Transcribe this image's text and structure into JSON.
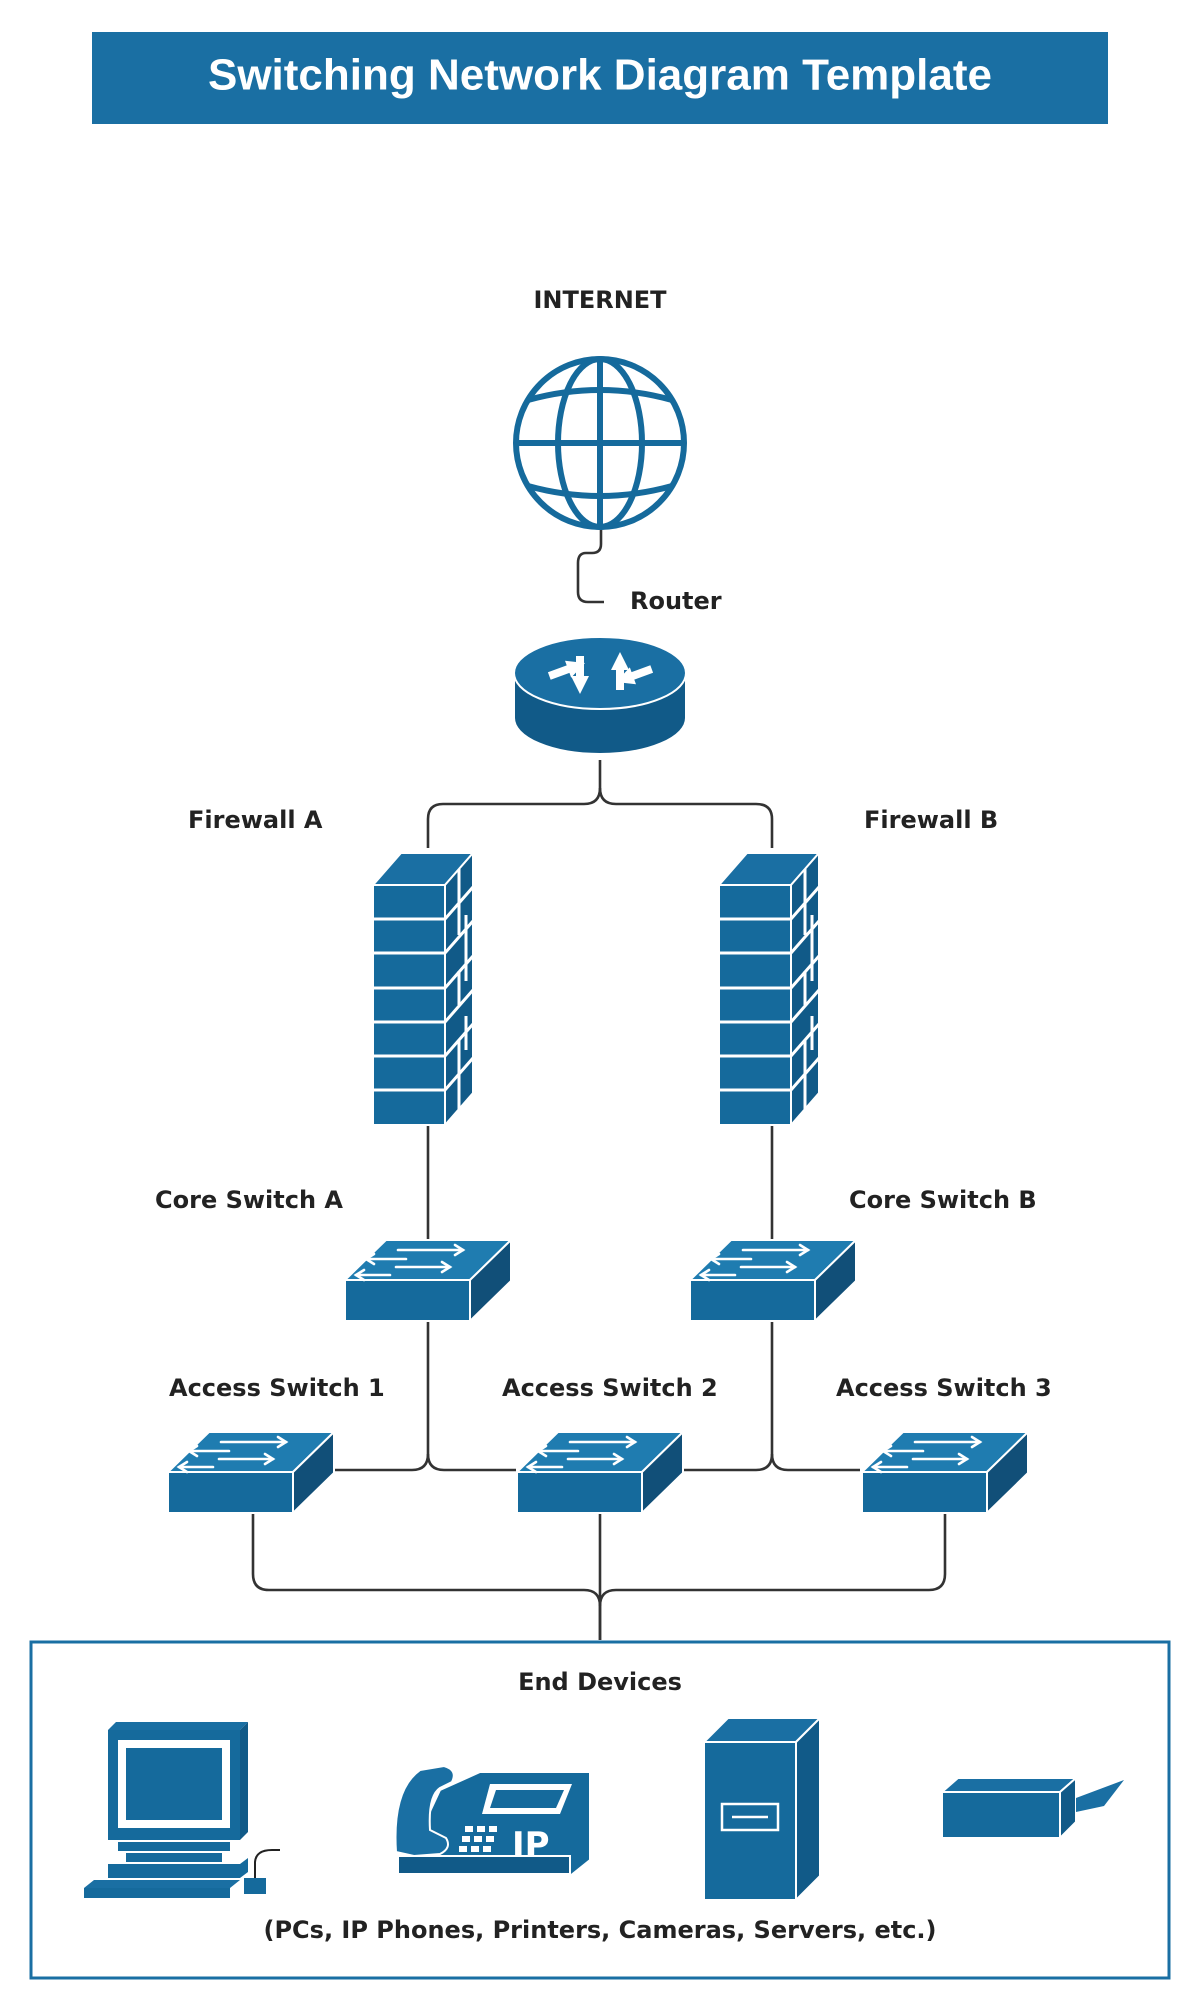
{
  "title": "Switching Network Diagram Template",
  "nodes": {
    "internet": "INTERNET",
    "router": "Router",
    "firewall_a": "Firewall A",
    "firewall_b": "Firewall B",
    "core_switch_a": "Core Switch A",
    "core_switch_b": "Core Switch B",
    "access_switch_1": "Access Switch 1",
    "access_switch_2": "Access Switch 2",
    "access_switch_3": "Access Switch 3"
  },
  "end_devices": {
    "title": "End Devices",
    "phone_badge": "IP",
    "caption": "(PCs, IP Phones, Printers, Cameras, Servers, etc.)",
    "icons": [
      "computer-icon",
      "ip-phone-icon",
      "server-icon",
      "camera-icon"
    ]
  },
  "colors": {
    "primary": "#156a9c",
    "header": "#1a6fa3",
    "line": "#333333",
    "text": "#222222"
  }
}
